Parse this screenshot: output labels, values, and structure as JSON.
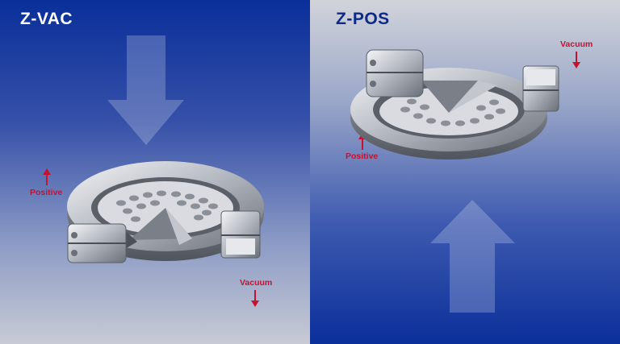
{
  "panels": [
    {
      "title": "Z-VAC",
      "labels": {
        "top": "Positive",
        "bottom": "Vacuum"
      }
    },
    {
      "title": "Z-POS",
      "labels": {
        "top": "Vacuum",
        "bottom": "Positive"
      }
    }
  ],
  "colors": {
    "label_red": "#c4122f",
    "left_bg_top": "#0a2f9a",
    "right_bg_bottom": "#0b2f9a",
    "metal": "#b8bcc4"
  }
}
